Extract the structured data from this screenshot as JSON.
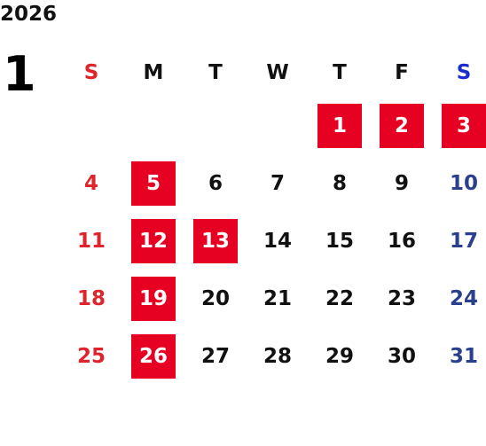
{
  "year": "2026",
  "month": "1",
  "weekdays": [
    "S",
    "M",
    "T",
    "W",
    "T",
    "F",
    "S"
  ],
  "weeks": [
    [
      {
        "label": "",
        "holiday": false
      },
      {
        "label": "",
        "holiday": false
      },
      {
        "label": "",
        "holiday": false
      },
      {
        "label": "",
        "holiday": false
      },
      {
        "label": "1",
        "holiday": true
      },
      {
        "label": "2",
        "holiday": true
      },
      {
        "label": "3",
        "holiday": true
      }
    ],
    [
      {
        "label": "4",
        "holiday": false
      },
      {
        "label": "5",
        "holiday": true
      },
      {
        "label": "6",
        "holiday": false
      },
      {
        "label": "7",
        "holiday": false
      },
      {
        "label": "8",
        "holiday": false
      },
      {
        "label": "9",
        "holiday": false
      },
      {
        "label": "10",
        "holiday": false
      }
    ],
    [
      {
        "label": "11",
        "holiday": false
      },
      {
        "label": "12",
        "holiday": true
      },
      {
        "label": "13",
        "holiday": true
      },
      {
        "label": "14",
        "holiday": false
      },
      {
        "label": "15",
        "holiday": false
      },
      {
        "label": "16",
        "holiday": false
      },
      {
        "label": "17",
        "holiday": false
      }
    ],
    [
      {
        "label": "18",
        "holiday": false
      },
      {
        "label": "19",
        "holiday": true
      },
      {
        "label": "20",
        "holiday": false
      },
      {
        "label": "21",
        "holiday": false
      },
      {
        "label": "22",
        "holiday": false
      },
      {
        "label": "23",
        "holiday": false
      },
      {
        "label": "24",
        "holiday": false
      }
    ],
    [
      {
        "label": "25",
        "holiday": false
      },
      {
        "label": "26",
        "holiday": true
      },
      {
        "label": "27",
        "holiday": false
      },
      {
        "label": "28",
        "holiday": false
      },
      {
        "label": "29",
        "holiday": false
      },
      {
        "label": "30",
        "holiday": false
      },
      {
        "label": "31",
        "holiday": false
      }
    ]
  ],
  "colors": {
    "holiday_bg": "#e60021",
    "sunday": "#e0242b",
    "saturday": "#2a3f8e",
    "saturday_header": "#1a2bd1",
    "text": "#111111"
  }
}
